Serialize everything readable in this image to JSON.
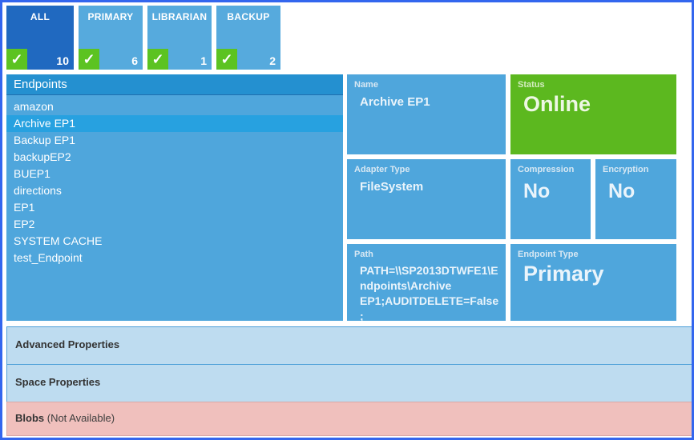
{
  "filters": [
    {
      "label": "ALL",
      "count": "10",
      "check": "check-icon",
      "active": true
    },
    {
      "label": "PRIMARY",
      "count": "6",
      "check": "check-icon",
      "active": false
    },
    {
      "label": "LIBRARIAN",
      "count": "1",
      "check": "check-icon",
      "active": false
    },
    {
      "label": "BACKUP",
      "count": "2",
      "check": "check-icon",
      "active": false
    }
  ],
  "endpoints": {
    "header": "Endpoints",
    "items": [
      {
        "label": "amazon",
        "selected": false
      },
      {
        "label": "Archive EP1",
        "selected": true
      },
      {
        "label": "Backup EP1",
        "selected": false
      },
      {
        "label": "backupEP2",
        "selected": false
      },
      {
        "label": "BUEP1",
        "selected": false
      },
      {
        "label": "directions",
        "selected": false
      },
      {
        "label": "EP1",
        "selected": false
      },
      {
        "label": "EP2",
        "selected": false
      },
      {
        "label": "SYSTEM CACHE",
        "selected": false
      },
      {
        "label": "test_Endpoint",
        "selected": false
      }
    ]
  },
  "details": {
    "name": {
      "label": "Name",
      "value": "Archive EP1"
    },
    "status": {
      "label": "Status",
      "value": "Online"
    },
    "adapter_type": {
      "label": "Adapter Type",
      "value": "FileSystem"
    },
    "compression": {
      "label": "Compression",
      "value": "No"
    },
    "encryption": {
      "label": "Encryption",
      "value": "No"
    },
    "path": {
      "label": "Path",
      "value": "PATH=\\\\SP2013DTWFE1\\Endpoints\\Archive EP1;AUDITDELETE=False;"
    },
    "endpoint_type": {
      "label": "Endpoint Type",
      "value": "Primary"
    }
  },
  "accordion": [
    {
      "title": "Advanced Properties",
      "sub": "",
      "alert": false
    },
    {
      "title": "Space Properties",
      "sub": "",
      "alert": false
    },
    {
      "title": "Blobs",
      "sub": " (Not Available)",
      "alert": true
    }
  ],
  "colors": {
    "accent_blue": "#4fa6dc",
    "active_blue": "#2069c0",
    "header_blue": "#2490d0",
    "selected_blue": "#27a1e0",
    "status_green": "#5cb81f",
    "check_green": "#5cc321",
    "panel_light": "#bedcf0",
    "alert_pink": "#f0c0bd",
    "frame_blue": "#3366ee"
  }
}
